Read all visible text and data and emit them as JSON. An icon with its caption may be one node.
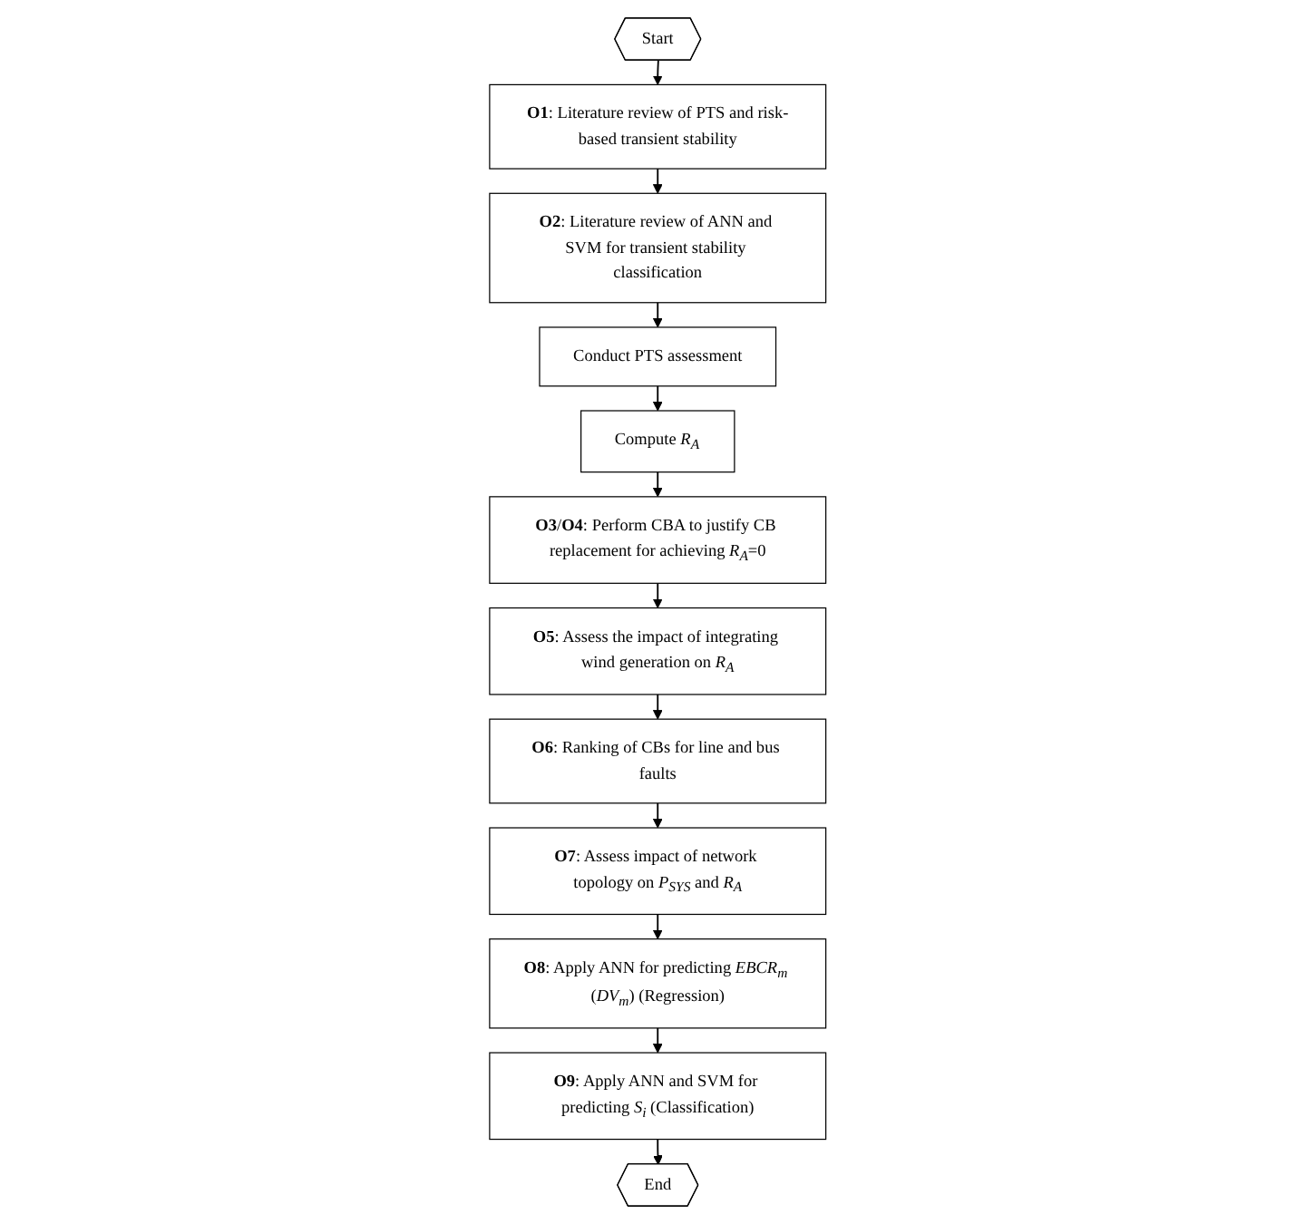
{
  "diagram": {
    "nodes": [
      {
        "text": [
          "Start"
        ]
      },
      {
        "text": [
          "**O1**: Literature review of PTS and risk-based transient stability"
        ]
      },
      {
        "text": [
          "**O2**: Literature review of ANN and SVM for transient stability classification"
        ]
      },
      {
        "text": [
          "Conduct PTS assessment"
        ]
      },
      {
        "text": [
          "Compute *R*$_{A}$"
        ]
      },
      {
        "text": [
          "**O3**/**O4**: Perform CBA to justify CB replacement for achieving *R*$_{A}$=0"
        ]
      },
      {
        "text": [
          "**O5**: Assess the impact of integrating wind generation on *R*$_{A}$"
        ]
      },
      {
        "text": [
          "**O6**: Ranking of CBs for line and bus faults"
        ]
      },
      {
        "text": [
          "**O7**: Assess impact of network topology on *P*$_{SYS}$ and *R*$_{A}$"
        ]
      },
      {
        "text": [
          "**O8**: Apply ANN for predicting *EBCR*$_{m}$ (*DV*$_{m}$) (Regression)"
        ]
      },
      {
        "text": [
          "**O9**: Apply ANN and SVM for predicting *S*$_{i}$ (Classification)"
        ]
      },
      {
        "text": [
          "End"
        ]
      }
    ],
    "edges": [
      {
        "from": 0,
        "to": 1,
        "arrow": "to"
      },
      {
        "from": 1,
        "to": 2,
        "arrow": "to"
      },
      {
        "from": 2,
        "to": 3,
        "arrow": "to"
      },
      {
        "from": 3,
        "to": 4,
        "arrow": "to"
      },
      {
        "from": 4,
        "to": 5,
        "arrow": "to"
      },
      {
        "from": 5,
        "to": 6,
        "arrow": "to"
      },
      {
        "from": 6,
        "to": 7,
        "arrow": "to"
      },
      {
        "from": 7,
        "to": 8,
        "arrow": "to"
      },
      {
        "from": 8,
        "to": 9,
        "arrow": "to"
      },
      {
        "from": 9,
        "to": 10,
        "arrow": "to"
      },
      {
        "from": 10,
        "to": 11,
        "arrow": "to"
      }
    ]
  }
}
